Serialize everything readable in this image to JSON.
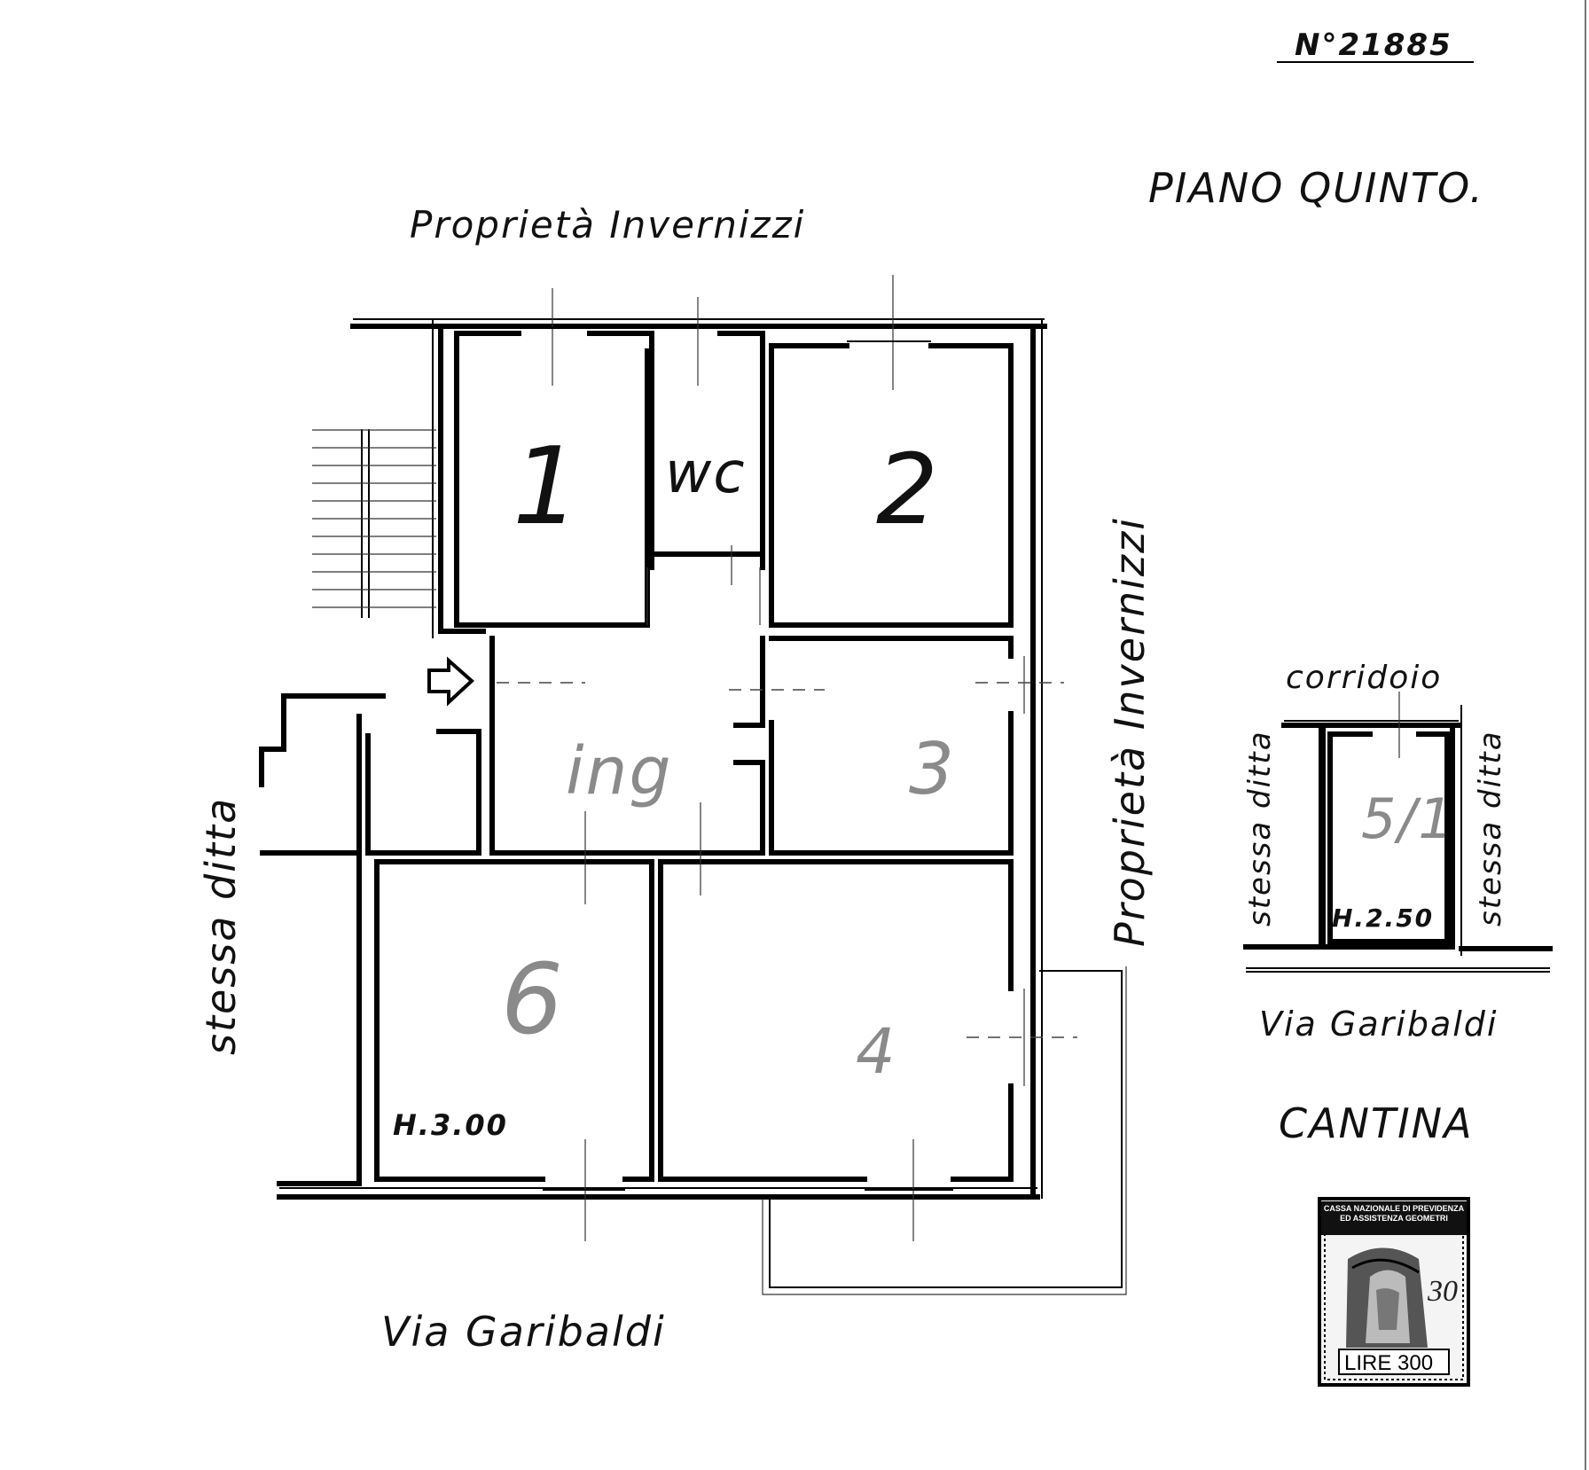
{
  "sheet": {
    "number": "N°21885",
    "floor_title": "PIANO QUINTO."
  },
  "main_plan": {
    "top_neighbor": "Proprietà Invernizzi",
    "right_neighbor": "Proprietà Invernizzi",
    "left_neighbor": "stessa ditta",
    "street": "Via Garibaldi",
    "height_label": "H.3.00",
    "rooms": [
      {
        "label": "1"
      },
      {
        "label": "wc"
      },
      {
        "label": "2"
      },
      {
        "label": "ing"
      },
      {
        "label": "3"
      },
      {
        "label": "6"
      },
      {
        "label": "4"
      }
    ]
  },
  "cellar_plan": {
    "top_label": "corridoio",
    "left_neighbor": "stessa ditta",
    "right_neighbor": "stessa ditta",
    "room_label": "5/1",
    "height_label": "H.2.50",
    "street": "Via Garibaldi",
    "title": "CANTINA"
  },
  "stamp": {
    "header": "CASSA NAZIONALE DI PREVIDENZA ED ASSISTENZA GEOMETRI",
    "value": "LIRE 300",
    "overprint": "30"
  }
}
